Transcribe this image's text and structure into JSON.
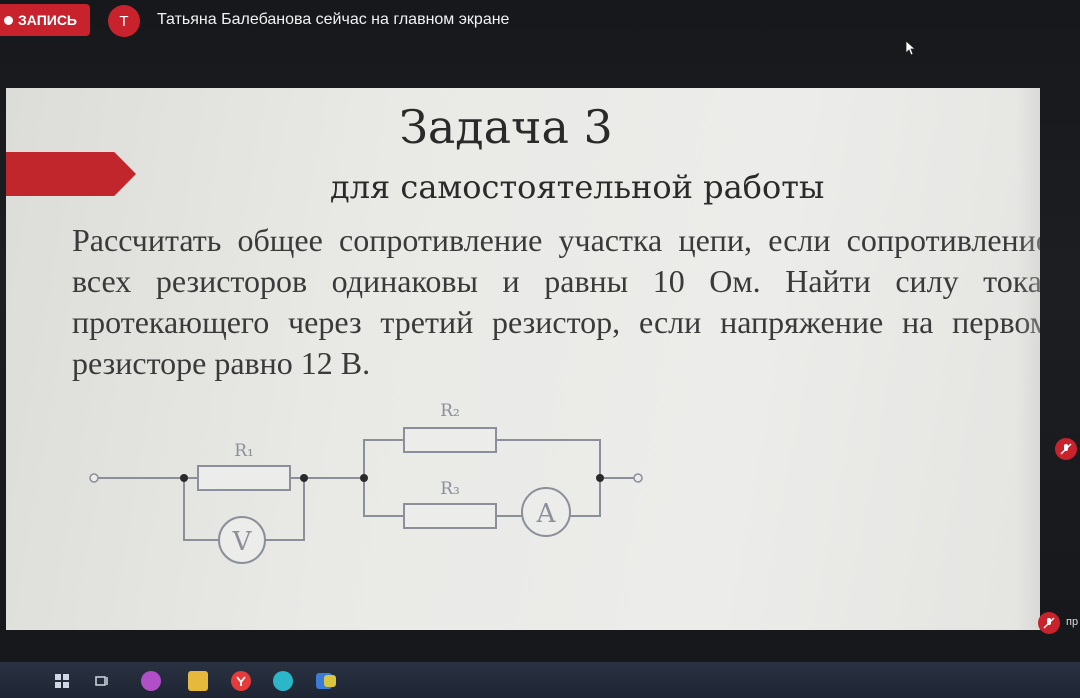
{
  "topbar": {
    "record_label": "ЗАПИСЬ",
    "avatar_initial": "Т",
    "share_status": "Татьяна Балебанова сейчас на главном экране"
  },
  "slide": {
    "title": "Задача 3",
    "subtitle": "для самостоятельной работы",
    "task_text": "Рассчитать общее сопротивление участка цепи, если сопротивление всех резисторов одинаковы и равны 10 Ом. Найти силу тока, протекающего через третий резистор, если напряжение на первом резисторе равно 12 В.",
    "circuit": {
      "resistor_1_label": "R₁",
      "resistor_2_label": "R₂",
      "resistor_3_label": "R₃",
      "voltmeter_label": "V",
      "ammeter_label": "A"
    }
  },
  "sidebar": {
    "participant_label": "пр"
  },
  "taskbar": {
    "icons": [
      "windows-start-icon",
      "task-view-icon",
      "purple-app-icon",
      "file-explorer-icon",
      "yandex-browser-icon",
      "teal-app-icon",
      "blue-app-icon",
      "sticky-notes-icon"
    ]
  },
  "colors": {
    "recording_red": "#c8232c",
    "slide_accent": "#c0262c",
    "slide_background": "#e9e9e6",
    "taskbar": "#1e2432"
  }
}
